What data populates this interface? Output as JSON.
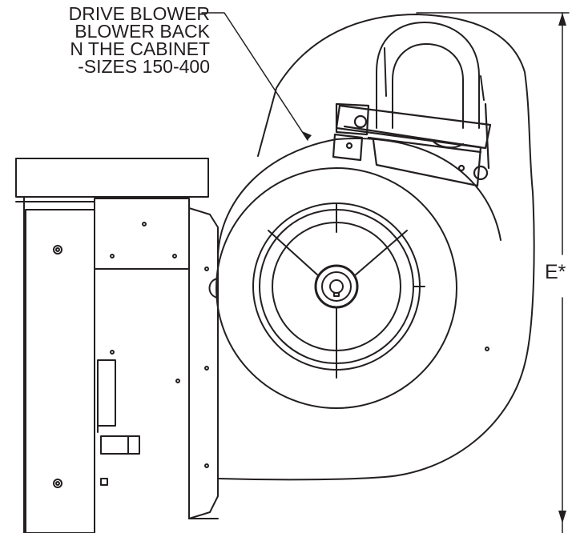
{
  "callout": {
    "lines": [
      "DRIVE BLOWER",
      "BLOWER BACK",
      "N THE CABINET",
      "-SIZES 150-400"
    ]
  },
  "dimension": {
    "label": "E*"
  },
  "colors": {
    "line": "#231f20",
    "paper": "#ffffff"
  }
}
